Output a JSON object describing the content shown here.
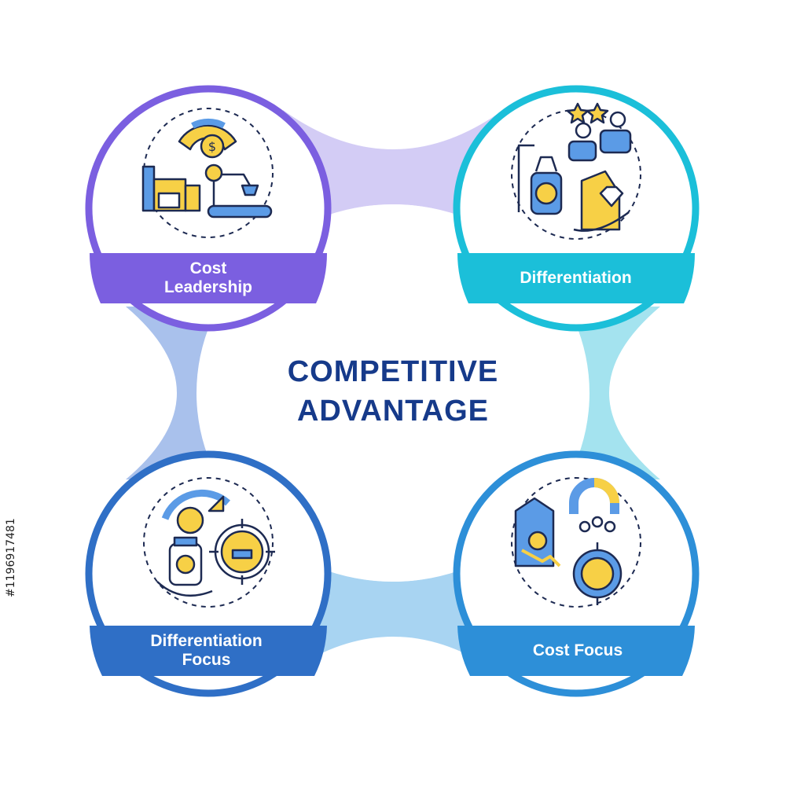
{
  "title": {
    "line1": "COMPETITIVE",
    "line2": "ADVANTAGE"
  },
  "nodes": [
    {
      "id": "cost-leadership",
      "label": "Cost\nLeadership",
      "color": "#7b5fe0",
      "icon": "factory-cost-icon"
    },
    {
      "id": "differentiation",
      "label": "Differentiation",
      "color": "#1bbfd9",
      "icon": "premium-product-icon"
    },
    {
      "id": "differentiation-focus",
      "label": "Differentiation\nFocus",
      "color": "#2f6fc6",
      "icon": "niche-target-icon"
    },
    {
      "id": "cost-focus",
      "label": "Cost Focus",
      "color": "#2d8fd8",
      "icon": "price-magnet-icon"
    }
  ],
  "connector_colors": {
    "top": "#d3ccf5",
    "left": "#a9c1ec",
    "right": "#a4e3ef",
    "bottom": "#a8d4f2"
  },
  "watermark": "#1196917481",
  "colors": {
    "title": "#163a8a",
    "icon_yellow": "#f7d046",
    "icon_blue": "#5b9be6",
    "icon_stroke": "#1d2a52"
  }
}
